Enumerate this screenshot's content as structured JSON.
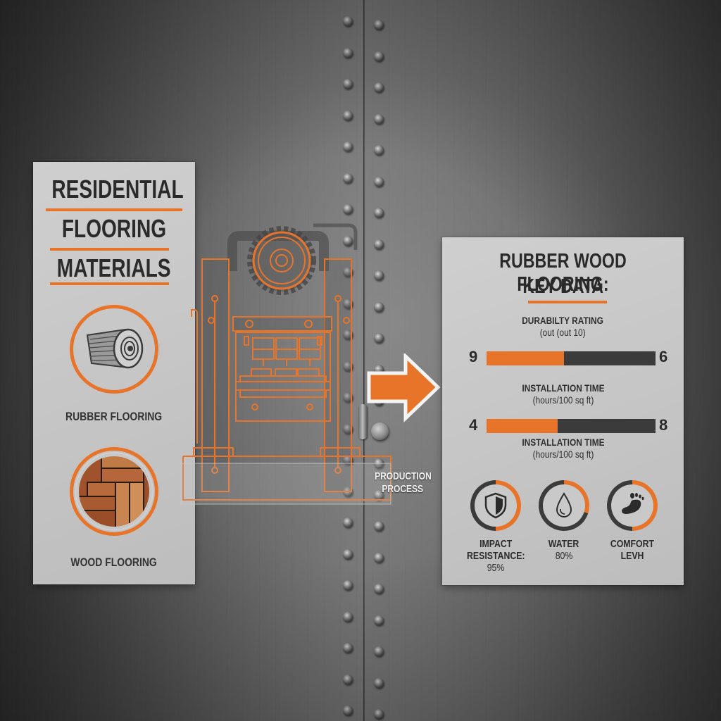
{
  "colors": {
    "accent": "#e8742a",
    "dark_bar": "#3b3b3b",
    "panel": "#c8c8c8",
    "text": "#2a2a2a"
  },
  "left_panel": {
    "title_lines": [
      "RESIDENTIAL",
      "FLOORING",
      "MATERIALS"
    ],
    "items": [
      {
        "label": "RUBBER FLOORING",
        "icon": "rubber-roll-icon"
      },
      {
        "label": "WOOD FLOORING",
        "icon": "wood-parquet-icon"
      }
    ]
  },
  "center": {
    "illustration": "press-machine-icon",
    "arrow": "arrow-right-icon",
    "label_lines": [
      "PRODUCTION",
      "PROCESS"
    ]
  },
  "right_panel": {
    "title_lines": [
      "RUBBER WOOD FLOORING:",
      "KEY DATA"
    ],
    "bars": [
      {
        "label": "DURABILTY RATING",
        "sublabel": "(out (out 10)",
        "left_value": "9",
        "right_value": "6",
        "fill_percent": 46
      },
      {
        "label": "INSTALLATION TIME",
        "sublabel": "(hours/100 sq ft)",
        "left_value": "4",
        "right_value": "8",
        "fill_percent": 42
      }
    ],
    "trailing_label": "INSTALLATION TIME",
    "trailing_sublabel": "(hours/100 sq ft)",
    "metrics": [
      {
        "icon": "shield-icon",
        "lines": [
          "IMPACT",
          "RESISTANCE:",
          "95%"
        ]
      },
      {
        "icon": "water-drop-icon",
        "lines": [
          "WATER",
          "80%"
        ]
      },
      {
        "icon": "foot-icon",
        "lines": [
          "COMFORT",
          "LEVH"
        ]
      }
    ]
  }
}
